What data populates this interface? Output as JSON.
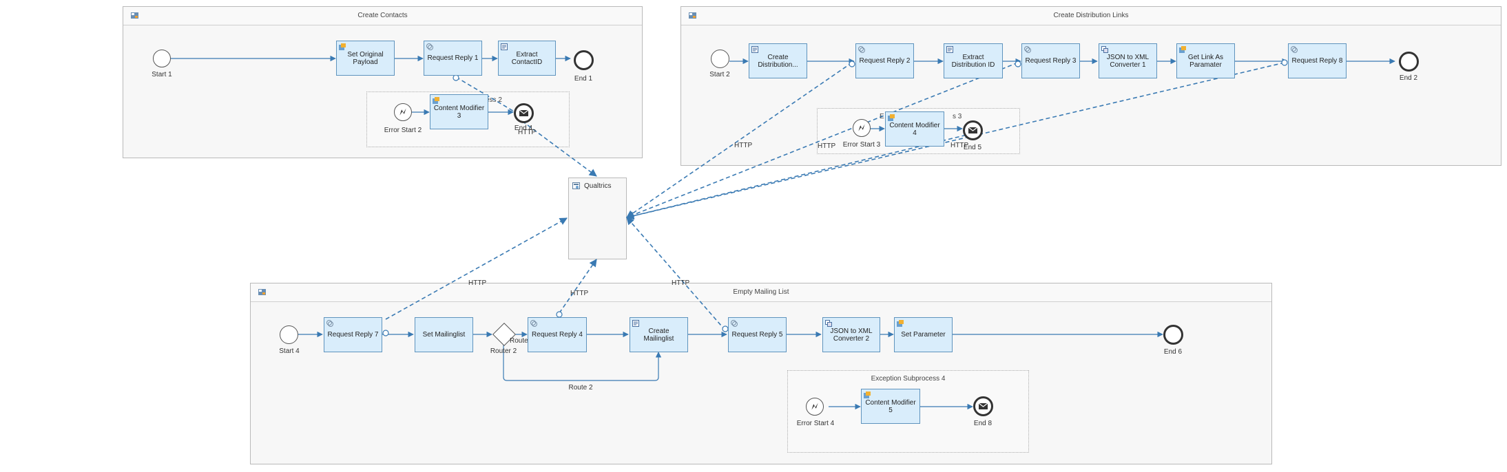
{
  "pools": {
    "create_contacts": "Create Contacts",
    "create_distribution_links": "Create Distribution Links",
    "empty_mailing_list": "Empty Mailing List"
  },
  "participant": "Qualtrics",
  "subprocesses": {
    "sp2": "ess 2",
    "sp3": "s 3",
    "sp3_prefix": "E",
    "sp4": "Exception Subprocess 4"
  },
  "events": {
    "start1": "Start 1",
    "start2": "Start 2",
    "start4": "Start 4",
    "end1": "End 1",
    "end2": "End 2",
    "end4": "End 4",
    "end5": "End 5",
    "end6": "End 6",
    "end8": "End 8",
    "error_start2": "Error Start 2",
    "error_start3": "Error Start 3",
    "error_start4": "Error Start 4"
  },
  "tasks": {
    "set_original_payload": "Set Original Payload",
    "request_reply_1": "Request Reply 1",
    "extract_contactid": "Extract ContactID",
    "content_modifier_3": "Content Modifier 3",
    "create_distribution": "Create Distribution...",
    "request_reply_2": "Request Reply 2",
    "extract_distribution_id": "Extract Distribution ID",
    "request_reply_3": "Request Reply 3",
    "json_to_xml_1": "JSON to XML Converter 1",
    "get_link_as_paramater": "Get Link As Paramater",
    "request_reply_8": "Request Reply 8",
    "content_modifier_4": "Content Modifier 4",
    "request_reply_7": "Request Reply 7",
    "set_mailinglist": "Set Mailinglist",
    "request_reply_4": "Request Reply 4",
    "create_mailinglist": "Create Mailinglist",
    "request_reply_5": "Request Reply 5",
    "json_to_xml_2": "JSON to XML Converter 2",
    "set_parameter": "Set Parameter",
    "content_modifier_5": "Content Modifier 5"
  },
  "gateway": {
    "router2": "Router 2",
    "route2": "Route 2",
    "route": "Route"
  },
  "connection_labels": {
    "http": "HTTP",
    "http_partial": "HTTP"
  },
  "colors": {
    "task_fill": "#d9edfb",
    "task_border": "#5e93bd",
    "flow_line": "#3a7ab3",
    "pool_fill": "#f7f7f7"
  }
}
